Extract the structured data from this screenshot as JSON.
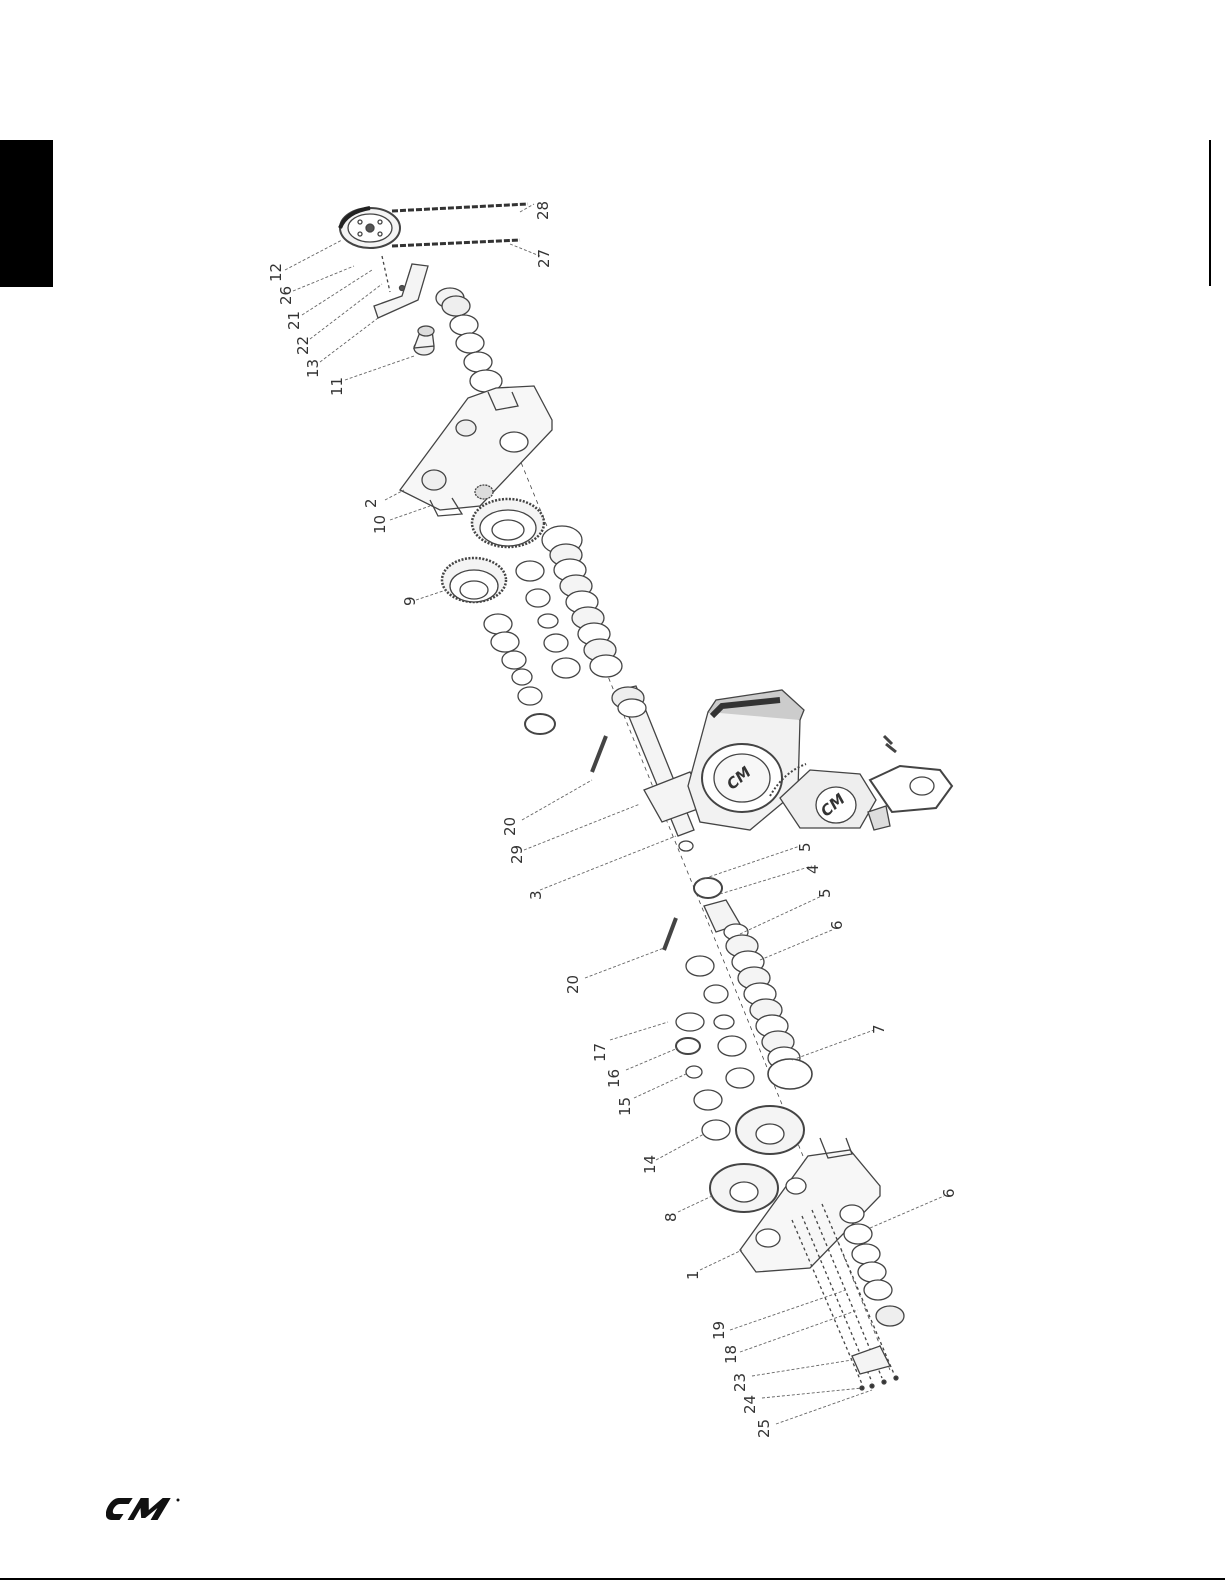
{
  "colors": {
    "ink": "#2a2a2a",
    "line": "#444444",
    "fill_light": "#f4f4f4",
    "fill_mid": "#d9d9d9",
    "fill_dark": "#1a1a1a"
  },
  "callouts": {
    "c1": "1",
    "c2": "2",
    "c3": "3",
    "c4": "4",
    "c5a": "5",
    "c5b": "5",
    "c6a": "6",
    "c6b": "6",
    "c7": "7",
    "c8": "8",
    "c9": "9",
    "c10": "10",
    "c11": "11",
    "c12": "12",
    "c13": "13",
    "c14": "14",
    "c15": "15",
    "c16": "16",
    "c17": "17",
    "c18": "18",
    "c19": "19",
    "c20a": "20",
    "c20b": "20",
    "c21": "21",
    "c22": "22",
    "c23": "23",
    "c24": "24",
    "c25": "25",
    "c26": "26",
    "c27": "27",
    "c28": "28",
    "c29": "29"
  },
  "hoist_badge": "CM",
  "footer": {
    "logo_text": "CM"
  }
}
